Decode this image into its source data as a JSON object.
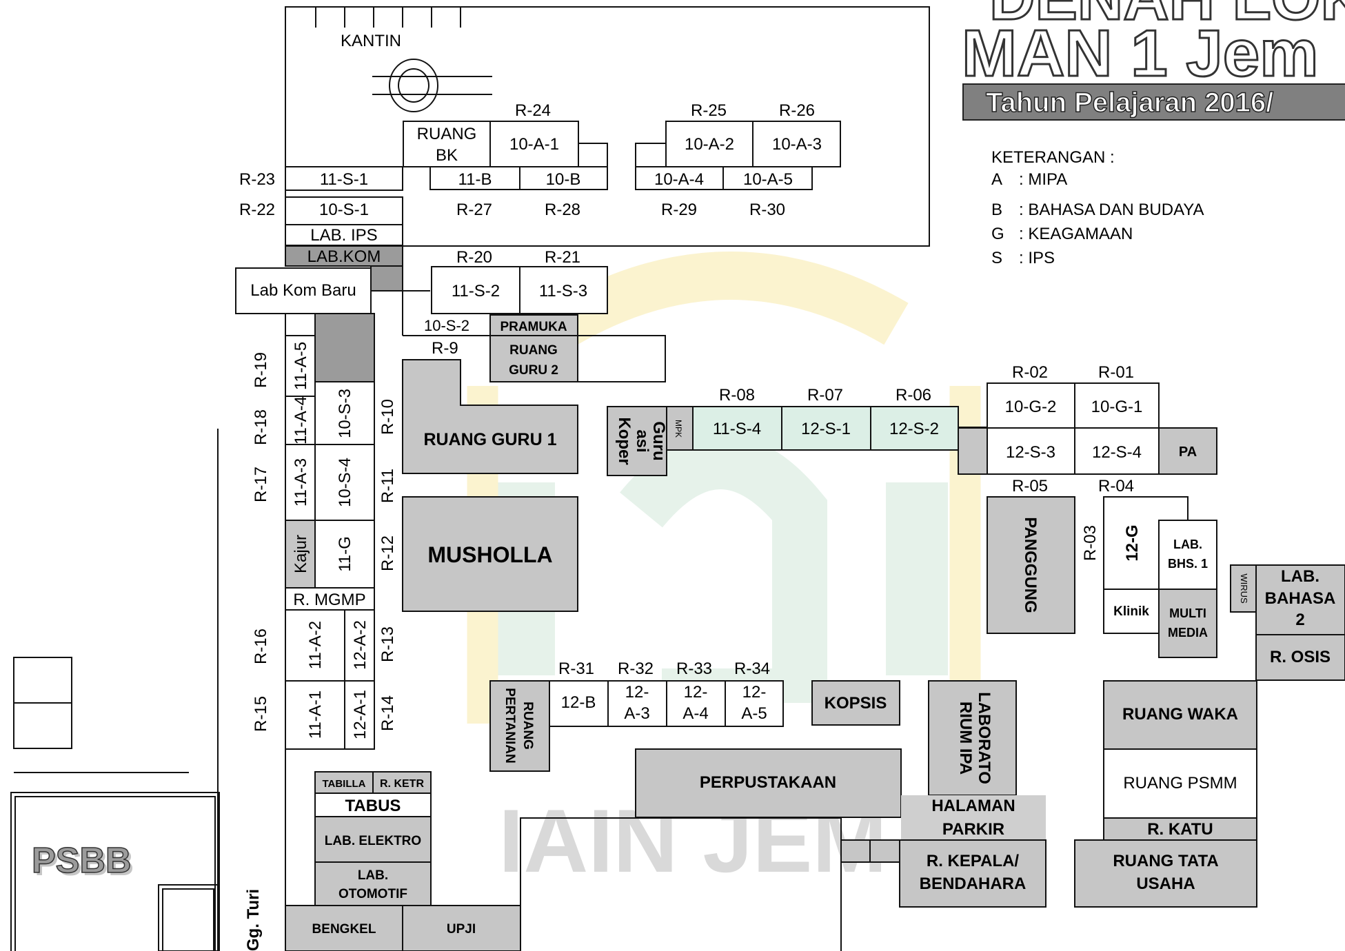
{
  "header": {
    "title_line1": "DENAH LOKA",
    "title_line2": "MAN 1 Jem",
    "subtitle": "Tahun Pelajaran 2016/"
  },
  "legend": {
    "heading": "KETERANGAN :",
    "items": [
      {
        "code": "A",
        "desc": ": MIPA"
      },
      {
        "code": "B",
        "desc": ": BAHASA DAN BUDAYA"
      },
      {
        "code": "G",
        "desc": ": KEAGAMAAN"
      },
      {
        "code": "S",
        "desc": ": IPS"
      }
    ]
  },
  "watermark": {
    "text": "IAIN JEM",
    "logo": "iain-jember-logo"
  },
  "colors": {
    "room": "#ffffff",
    "service": "#c6c6c6",
    "dark": "#9b9b9b",
    "mint": "#dcefe6",
    "wm_gold": "#fbf3cf",
    "wm_green": "#e6f2ea"
  },
  "labels": {
    "kantin": "KANTIN",
    "r24": "R-24",
    "r25": "R-25",
    "r26": "R-26",
    "ruang_bk": [
      "RUANG",
      "BK"
    ],
    "c10a1": "10-A-1",
    "c10a2": "10-A-2",
    "c10a3": "10-A-3",
    "r23": "R-23",
    "r22": "R-22",
    "c11s1": "11-S-1",
    "c10s1": "10-S-1",
    "c11b": "11-B",
    "c10b": "10-B",
    "c10a4": "10-A-4",
    "c10a5": "10-A-5",
    "r27": "R-27",
    "r28": "R-28",
    "r29": "R-29",
    "r30": "R-30",
    "lab_ips": "LAB. IPS",
    "lab_kom": "LAB.KOM",
    "lab_kom_baru": "Lab Kom Baru",
    "r20": "R-20",
    "r21": "R-21",
    "c11s2": "11-S-2",
    "c11s3": "11-S-3",
    "c10s2": "10-S-2",
    "pramuka": "PRAMUKA",
    "r9": "R-9",
    "ruang_guru2": [
      "RUANG",
      "GURU 2"
    ],
    "r19": "R-19",
    "r18": "R-18",
    "r17": "R-17",
    "r16": "R-16",
    "r15": "R-15",
    "c11a5": "11-A-5",
    "c11a4": "11-A-4",
    "c11a3": "11-A-3",
    "c10s3": "10-S-3",
    "c10s4": "10-S-4",
    "kajur": "Kajur",
    "c11g": "11-G",
    "r_mgmp": "R. MGMP",
    "c11a2": "11-A-2",
    "c12a2": "12-A-2",
    "c11a1": "11-A-1",
    "c12a1": "12-A-1",
    "r10": "R-10",
    "r11": "R-11",
    "r12": "R-12",
    "r13": "R-13",
    "r14": "R-14",
    "ruang_guru1": "RUANG GURU 1",
    "musholla": "MUSHOLLA",
    "koperasi": [
      "Koper",
      "asi",
      "Guru"
    ],
    "mpk": "MPK",
    "r08": "R-08",
    "r07": "R-07",
    "r06": "R-06",
    "c11s4": "11-S-4",
    "c12s1": "12-S-1",
    "c12s2": "12-S-2",
    "r02": "R-02",
    "r01": "R-01",
    "c10g2": "10-G-2",
    "c10g1": "10-G-1",
    "c12s3": "12-S-3",
    "c12s4": "12-S-4",
    "pa": "PA",
    "r05": "R-05",
    "r04": "R-04",
    "r03": "R-03",
    "panggung": "PANGGUNG",
    "c12g": "12-G",
    "lab_bhs1": [
      "LAB.",
      "BHS. 1"
    ],
    "klinik": "Klinik",
    "multimedia": [
      "MULTI",
      "MEDIA"
    ],
    "wirus": "WIRUS",
    "lab_bahasa2": [
      "LAB.",
      "BAHASA",
      "2"
    ],
    "r_osis": "R. OSIS",
    "r31": "R-31",
    "r32": "R-32",
    "r33": "R-33",
    "r34": "R-34",
    "ruang_pertanian": [
      "RUANG",
      "PERTANIAN"
    ],
    "c12b": "12-B",
    "c12a3": [
      "12-",
      "A-3"
    ],
    "c12a4": [
      "12-",
      "A-4"
    ],
    "c12a5": [
      "12-",
      "A-5"
    ],
    "kopsis": "KOPSIS",
    "laboratorium_ipa": [
      "LABORATO",
      "RIUM IPA"
    ],
    "ruang_waka": "RUANG WAKA",
    "ruang_psmm": "RUANG PSMM",
    "perpustakaan": "PERPUSTAKAAN",
    "halaman_parkir": [
      "HALAMAN",
      "PARKIR"
    ],
    "r_katu": "R. KATU",
    "r_kepala": [
      "R. KEPALA/",
      "BENDAHARA"
    ],
    "ruang_tata_usaha": [
      "RUANG TATA",
      "USAHA"
    ],
    "tabilla": "TABILLA",
    "r_ketr": "R. KETR",
    "tabus": "TABUS",
    "lab_elektro": "LAB. ELEKTRO",
    "lab_otomotif": [
      "LAB.",
      "OTOMOTIF"
    ],
    "bengkel": "BENGKEL",
    "upji": "UPJI",
    "gg_turi": "Gg. Turi",
    "psbb": "PSBB"
  }
}
